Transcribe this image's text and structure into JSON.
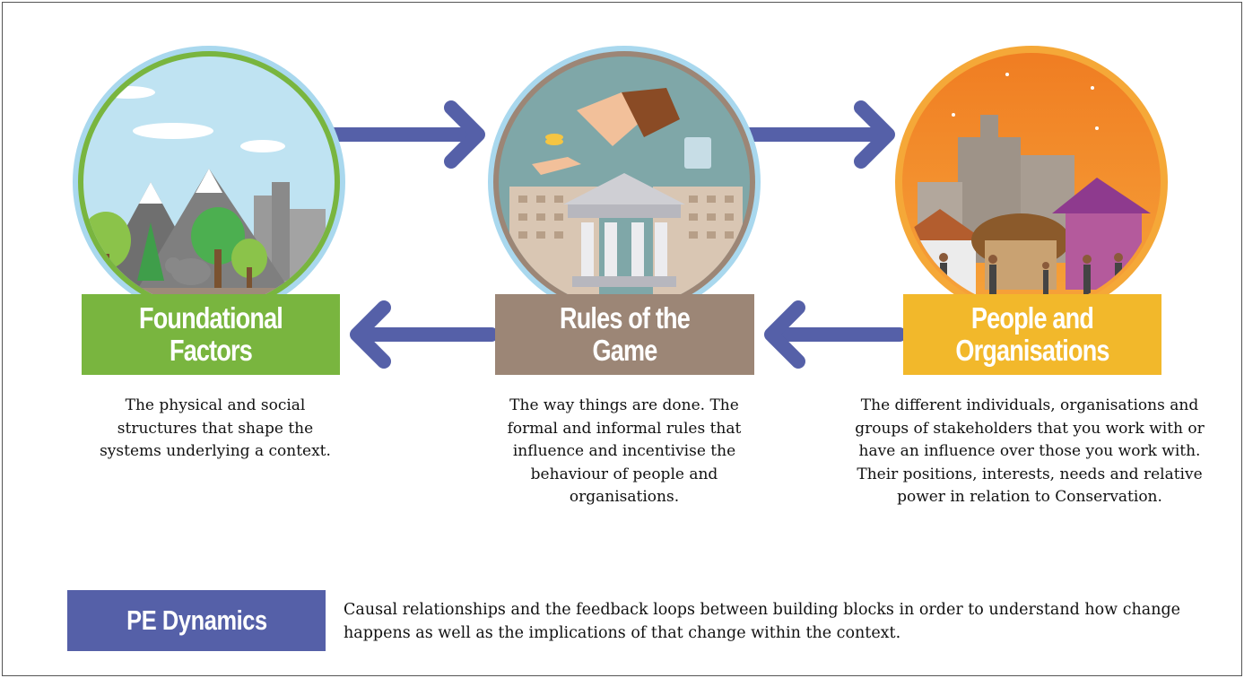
{
  "blocks": [
    {
      "id": "foundational",
      "title_line1": "Foundational",
      "title_line2": "Factors",
      "description": "The physical and social structures that shape the systems underlying a context."
    },
    {
      "id": "rules",
      "title_line1": "Rules of the",
      "title_line2": "Game",
      "description": "The way things are done. The formal and informal rules that influence and incentivise the behaviour of people and organisations."
    },
    {
      "id": "people",
      "title_line1": "People and",
      "title_line2": "Organisations",
      "description": "The different individuals, organisations and groups of stakeholders that you work with or have an influence over those you work with. Their positions, interests, needs and relative power in relation to Conservation."
    }
  ],
  "pe_dynamics": {
    "title": "PE Dynamics",
    "description": "Causal relationships and the feedback loops between building blocks in order to understand how change happens as well as the implications of that change within the context."
  },
  "colors": {
    "green": "#79b53f",
    "brown": "#9c8676",
    "yellow": "#f2b82b",
    "arrow": "#5560a8"
  }
}
